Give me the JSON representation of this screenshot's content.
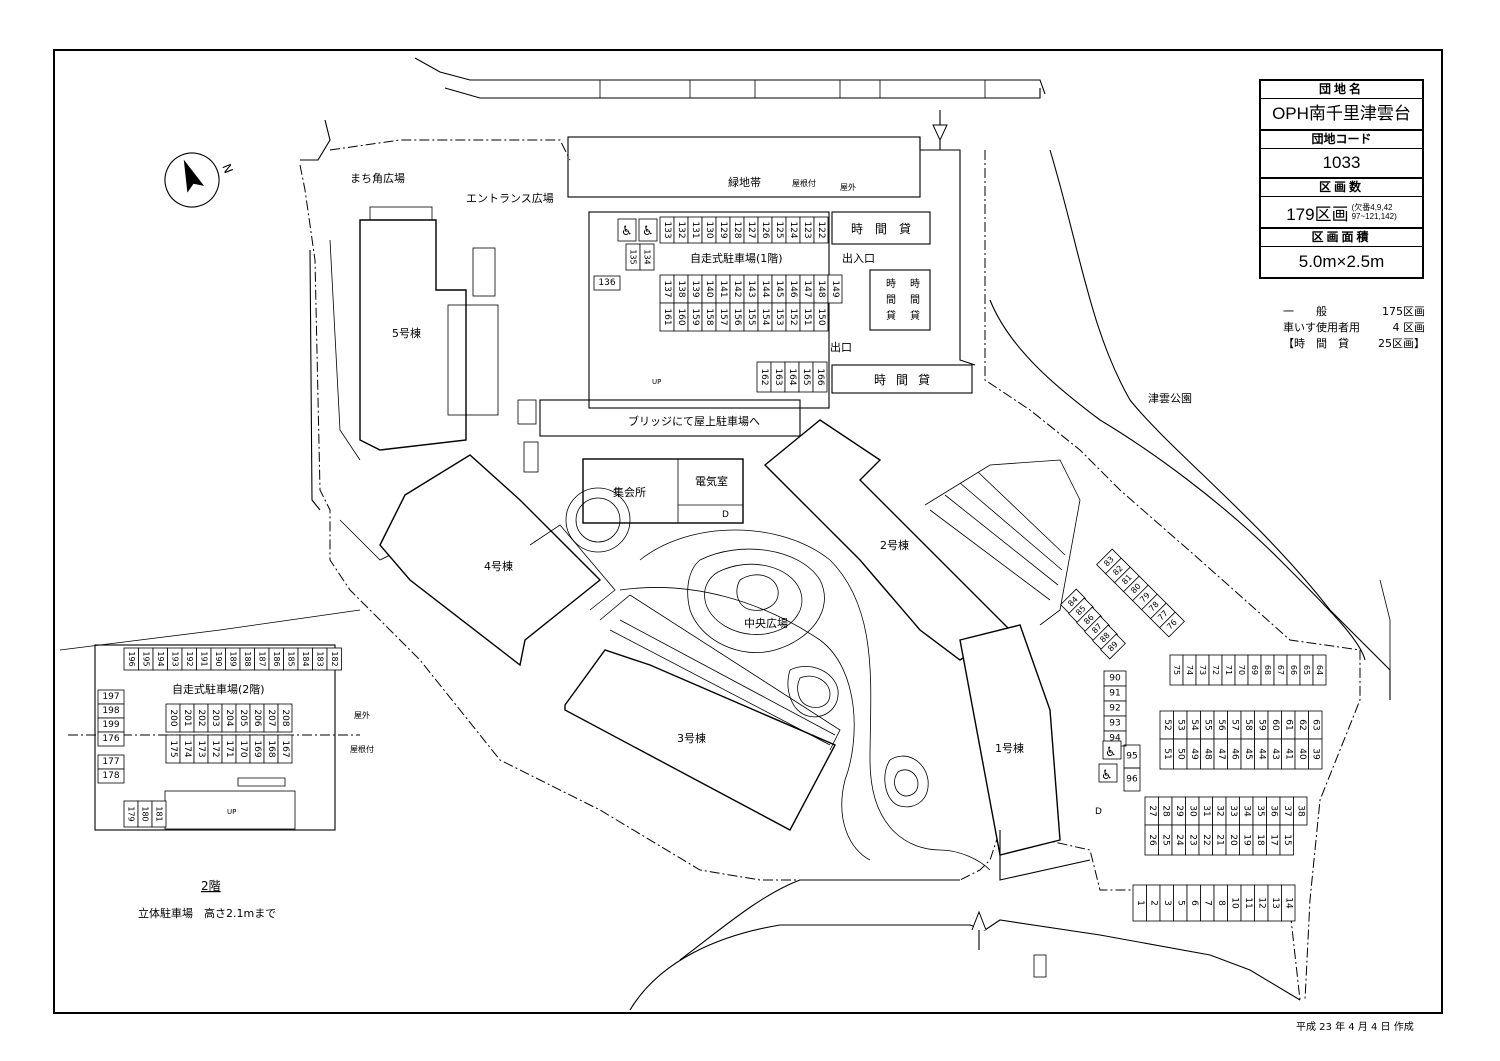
{
  "info_box": {
    "name_label": "団地名",
    "name": "OPH南千里津雲台",
    "code_label": "団地コード",
    "code": "1033",
    "count_label": "区画数",
    "count": "179区画",
    "count_note_1": "欠番4,9,42",
    "count_note_2": "97~121,142",
    "area_label": "区画面積",
    "area": "5.0m×2.5m"
  },
  "totals": {
    "general_label": "一　　般",
    "general_value": "175区画",
    "wheelchair_label": "車いす使用者用",
    "wheelchair_value": "4 区画",
    "hourly_label": "【時　間　貸",
    "hourly_value": "25区画】"
  },
  "date_text": "平成 23 年 4 月 4 日 作成",
  "north_label": "N",
  "labels": {
    "machikado": "まち角広場",
    "entrance": "エントランス広場",
    "ryokuchi": "緑地帯",
    "yanetsuki": "屋根付",
    "okugai": "屋外",
    "jisou1": "自走式駐車場(1階)",
    "deiriguchi": "出入口",
    "deguchi": "出口",
    "jikangashi": "時間貸",
    "jikangashi_v": "時間貸",
    "up": "UP",
    "bridge": "ブリッジにて屋上駐車場へ",
    "b5": "5号棟",
    "b4": "4号棟",
    "b3": "3号棟",
    "b2": "2号棟",
    "b1": "1号棟",
    "shukaijo": "集会所",
    "denkishitsu": "電気室",
    "d": "D",
    "chuou": "中央広場",
    "tsukumo": "津雲公園",
    "jisou2": "自走式駐車場(2階)",
    "floor2": "2階",
    "rittai": "立体駐車場　高さ2.1mまで"
  },
  "stalls": {
    "ground_top": [
      "133",
      "132",
      "131",
      "130",
      "129",
      "128",
      "127",
      "126",
      "125",
      "124",
      "123",
      "122"
    ],
    "ground_side": [
      "135",
      "134"
    ],
    "ground_136": "136",
    "ground_r1": [
      "137",
      "138",
      "139",
      "140",
      "141",
      "142",
      "143",
      "144",
      "145",
      "146",
      "147",
      "148",
      "149"
    ],
    "ground_r2": [
      "161",
      "160",
      "159",
      "158",
      "157",
      "156",
      "155",
      "154",
      "153",
      "152",
      "151",
      "150"
    ],
    "ground_r3": [
      "162",
      "163",
      "164",
      "165",
      "166"
    ],
    "upper_top": [
      "196",
      "195",
      "194",
      "193",
      "192",
      "191",
      "190",
      "189",
      "188",
      "187",
      "186",
      "185",
      "184",
      "183",
      "182"
    ],
    "upper_left": [
      "197",
      "198",
      "199",
      "176"
    ],
    "upper_left2": [
      "177",
      "178"
    ],
    "upper_mid1": [
      "200",
      "201",
      "202",
      "203",
      "204",
      "205",
      "206",
      "207",
      "208"
    ],
    "upper_mid2": [
      "175",
      "174",
      "173",
      "172",
      "171",
      "170",
      "169",
      "168",
      "167"
    ],
    "upper_bot": [
      "179",
      "180",
      "181"
    ],
    "lot_a": [
      "83",
      "82",
      "81",
      "80",
      "79",
      "78",
      "77",
      "76"
    ],
    "lot_b": [
      "84",
      "85",
      "86",
      "87",
      "88",
      "89"
    ],
    "lot_c": [
      "90",
      "91",
      "92",
      "93",
      "94"
    ],
    "lot_wc": [
      "95",
      "96"
    ],
    "lot_r1": [
      "75",
      "74",
      "73",
      "72",
      "71",
      "70",
      "69",
      "68",
      "67",
      "66",
      "65",
      "64"
    ],
    "lot_r2a": [
      "52",
      "53",
      "54",
      "55",
      "56",
      "57",
      "58",
      "59",
      "60",
      "61",
      "62",
      "63"
    ],
    "lot_r2b": [
      "51",
      "50",
      "49",
      "48",
      "47",
      "46",
      "45",
      "44",
      "43",
      "41",
      "40",
      "39"
    ],
    "lot_r3a": [
      "27",
      "28",
      "29",
      "30",
      "31",
      "32",
      "33",
      "34",
      "35",
      "36",
      "37",
      "38"
    ],
    "lot_r3b": [
      "26",
      "25",
      "24",
      "23",
      "22",
      "21",
      "20",
      "19",
      "18",
      "17",
      "15"
    ],
    "lot_r4": [
      "1",
      "2",
      "3",
      "5",
      "6",
      "7",
      "8",
      "10",
      "11",
      "12",
      "13",
      "14"
    ]
  }
}
